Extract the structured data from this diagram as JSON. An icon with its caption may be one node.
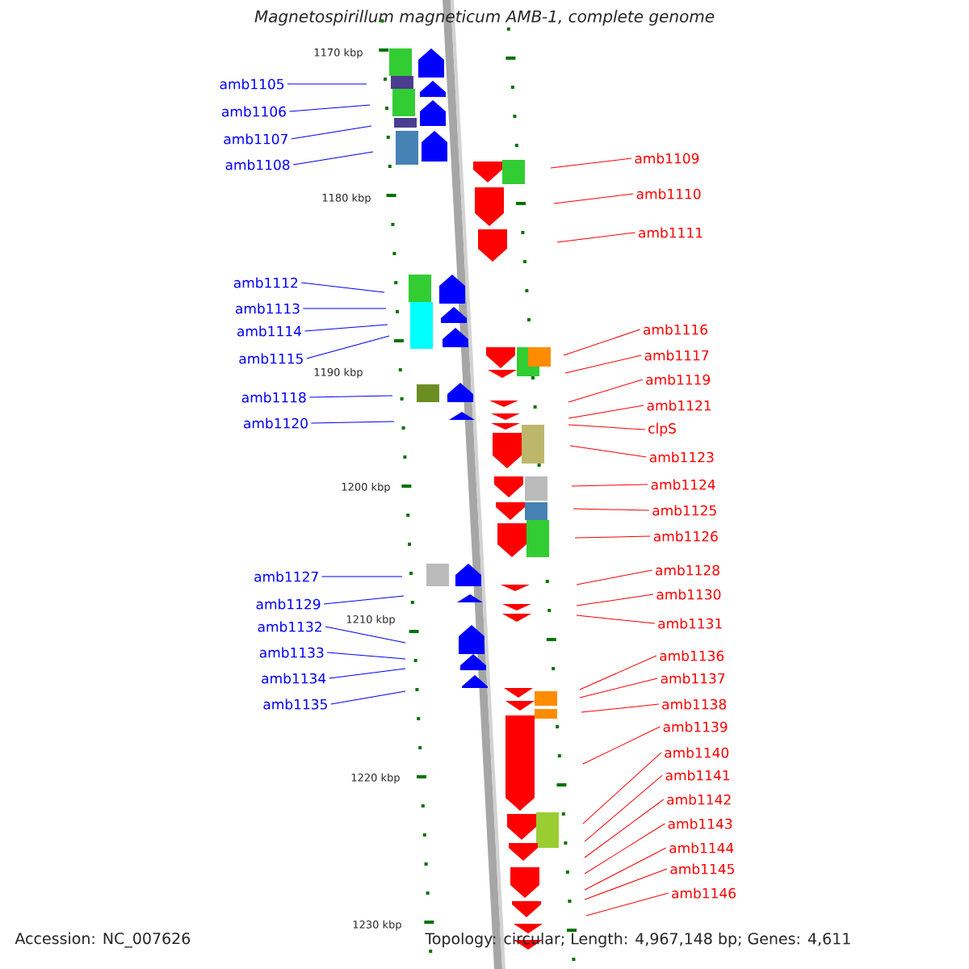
{
  "diagram": {
    "title": "Magnetospirillum magneticum AMB-1, complete genome",
    "nodes": [
      {
        "text": [
          "amb1105"
        ]
      },
      {
        "text": [
          "amb1106"
        ]
      },
      {
        "text": [
          "amb1107"
        ]
      },
      {
        "text": [
          "amb1108"
        ]
      },
      {
        "text": [
          "amb1112"
        ]
      },
      {
        "text": [
          "amb1113"
        ]
      },
      {
        "text": [
          "amb1114"
        ]
      },
      {
        "text": [
          "amb1115"
        ]
      },
      {
        "text": [
          "amb1118"
        ]
      },
      {
        "text": [
          "amb1120"
        ]
      },
      {
        "text": [
          "amb1127"
        ]
      },
      {
        "text": [
          "amb1129"
        ]
      },
      {
        "text": [
          "amb1132"
        ]
      },
      {
        "text": [
          "amb1133"
        ]
      },
      {
        "text": [
          "amb1134"
        ]
      },
      {
        "text": [
          "amb1135"
        ]
      },
      {
        "text": [
          "amb1109"
        ]
      },
      {
        "text": [
          "amb1110"
        ]
      },
      {
        "text": [
          "amb1111"
        ]
      },
      {
        "text": [
          "amb1116"
        ]
      },
      {
        "text": [
          "amb1117"
        ]
      },
      {
        "text": [
          "amb1119"
        ]
      },
      {
        "text": [
          "amb1121"
        ]
      },
      {
        "text": [
          "clpS"
        ]
      },
      {
        "text": [
          "amb1123"
        ]
      },
      {
        "text": [
          "amb1124"
        ]
      },
      {
        "text": [
          "amb1125"
        ]
      },
      {
        "text": [
          "amb1126"
        ]
      },
      {
        "text": [
          "amb1128"
        ]
      },
      {
        "text": [
          "amb1130"
        ]
      },
      {
        "text": [
          "amb1131"
        ]
      },
      {
        "text": [
          "amb1136"
        ]
      },
      {
        "text": [
          "amb1137"
        ]
      },
      {
        "text": [
          "amb1138"
        ]
      },
      {
        "text": [
          "amb1139"
        ]
      },
      {
        "text": [
          "amb1140"
        ]
      },
      {
        "text": [
          "amb1141"
        ]
      },
      {
        "text": [
          "amb1142"
        ]
      },
      {
        "text": [
          "amb1143"
        ]
      },
      {
        "text": [
          "amb1144"
        ]
      },
      {
        "text": [
          "amb1145"
        ]
      },
      {
        "text": [
          "amb1146"
        ]
      }
    ],
    "edges": [
      {
        "from": 0,
        "to": null,
        "arrow": "none",
        "color": "#0000ff"
      },
      {
        "from": 1,
        "to": null,
        "arrow": "none",
        "color": "#0000ff"
      },
      {
        "from": 2,
        "to": null,
        "arrow": "none",
        "color": "#0000ff"
      },
      {
        "from": 3,
        "to": null,
        "arrow": "none",
        "color": "#0000ff"
      },
      {
        "from": 4,
        "to": null,
        "arrow": "none",
        "color": "#0000ff"
      },
      {
        "from": 5,
        "to": null,
        "arrow": "none",
        "color": "#0000ff"
      },
      {
        "from": 6,
        "to": null,
        "arrow": "none",
        "color": "#0000ff"
      },
      {
        "from": 7,
        "to": null,
        "arrow": "none",
        "color": "#0000ff"
      },
      {
        "from": 8,
        "to": null,
        "arrow": "none",
        "color": "#0000ff"
      },
      {
        "from": 9,
        "to": null,
        "arrow": "none",
        "color": "#0000ff"
      },
      {
        "from": 10,
        "to": null,
        "arrow": "none",
        "color": "#0000ff"
      },
      {
        "from": 11,
        "to": null,
        "arrow": "none",
        "color": "#0000ff"
      },
      {
        "from": 12,
        "to": null,
        "arrow": "none",
        "color": "#0000ff"
      },
      {
        "from": 13,
        "to": null,
        "arrow": "none",
        "color": "#0000ff"
      },
      {
        "from": 14,
        "to": null,
        "arrow": "none",
        "color": "#0000ff"
      },
      {
        "from": 15,
        "to": null,
        "arrow": "none",
        "color": "#0000ff"
      },
      {
        "from": 16,
        "to": null,
        "arrow": "none"
      },
      {
        "from": 17,
        "to": null,
        "arrow": "none"
      },
      {
        "from": 18,
        "to": null,
        "arrow": "none"
      },
      {
        "from": 19,
        "to": null,
        "arrow": "none"
      },
      {
        "from": 20,
        "to": null,
        "arrow": "none"
      },
      {
        "from": 21,
        "to": null,
        "arrow": "none"
      },
      {
        "from": 22,
        "to": null,
        "arrow": "none"
      },
      {
        "from": 23,
        "to": null,
        "arrow": "none"
      },
      {
        "from": 24,
        "to": null,
        "arrow": "none"
      },
      {
        "from": 25,
        "to": null,
        "arrow": "none"
      },
      {
        "from": 26,
        "to": null,
        "arrow": "none"
      },
      {
        "from": 27,
        "to": null,
        "arrow": "none"
      },
      {
        "from": 28,
        "to": null,
        "arrow": "none"
      },
      {
        "from": 29,
        "to": null,
        "arrow": "none"
      },
      {
        "from": 30,
        "to": null,
        "arrow": "none"
      },
      {
        "from": 31,
        "to": null,
        "arrow": "none"
      },
      {
        "from": 32,
        "to": null,
        "arrow": "none"
      },
      {
        "from": 33,
        "to": null,
        "arrow": "none"
      },
      {
        "from": 34,
        "to": null,
        "arrow": "none"
      },
      {
        "from": 35,
        "to": null,
        "arrow": "none"
      },
      {
        "from": 36,
        "to": null,
        "arrow": "none"
      },
      {
        "from": 37,
        "to": null,
        "arrow": "none"
      },
      {
        "from": 38,
        "to": null,
        "arrow": "none"
      },
      {
        "from": 39,
        "to": null,
        "arrow": "none"
      },
      {
        "from": 40,
        "to": null,
        "arrow": "none"
      },
      {
        "from": 41,
        "to": null,
        "arrow": "none"
      }
    ],
    "labels": [
      "1170 kbp",
      "1180 kbp",
      "1190 kbp",
      "1200 kbp",
      "1210 kbp",
      "1220 kbp",
      "1230 kbp",
      "Accession: NC_007626",
      "Topology: circular; Length: 4,967,148 bp; Genes: 4,611"
    ]
  }
}
